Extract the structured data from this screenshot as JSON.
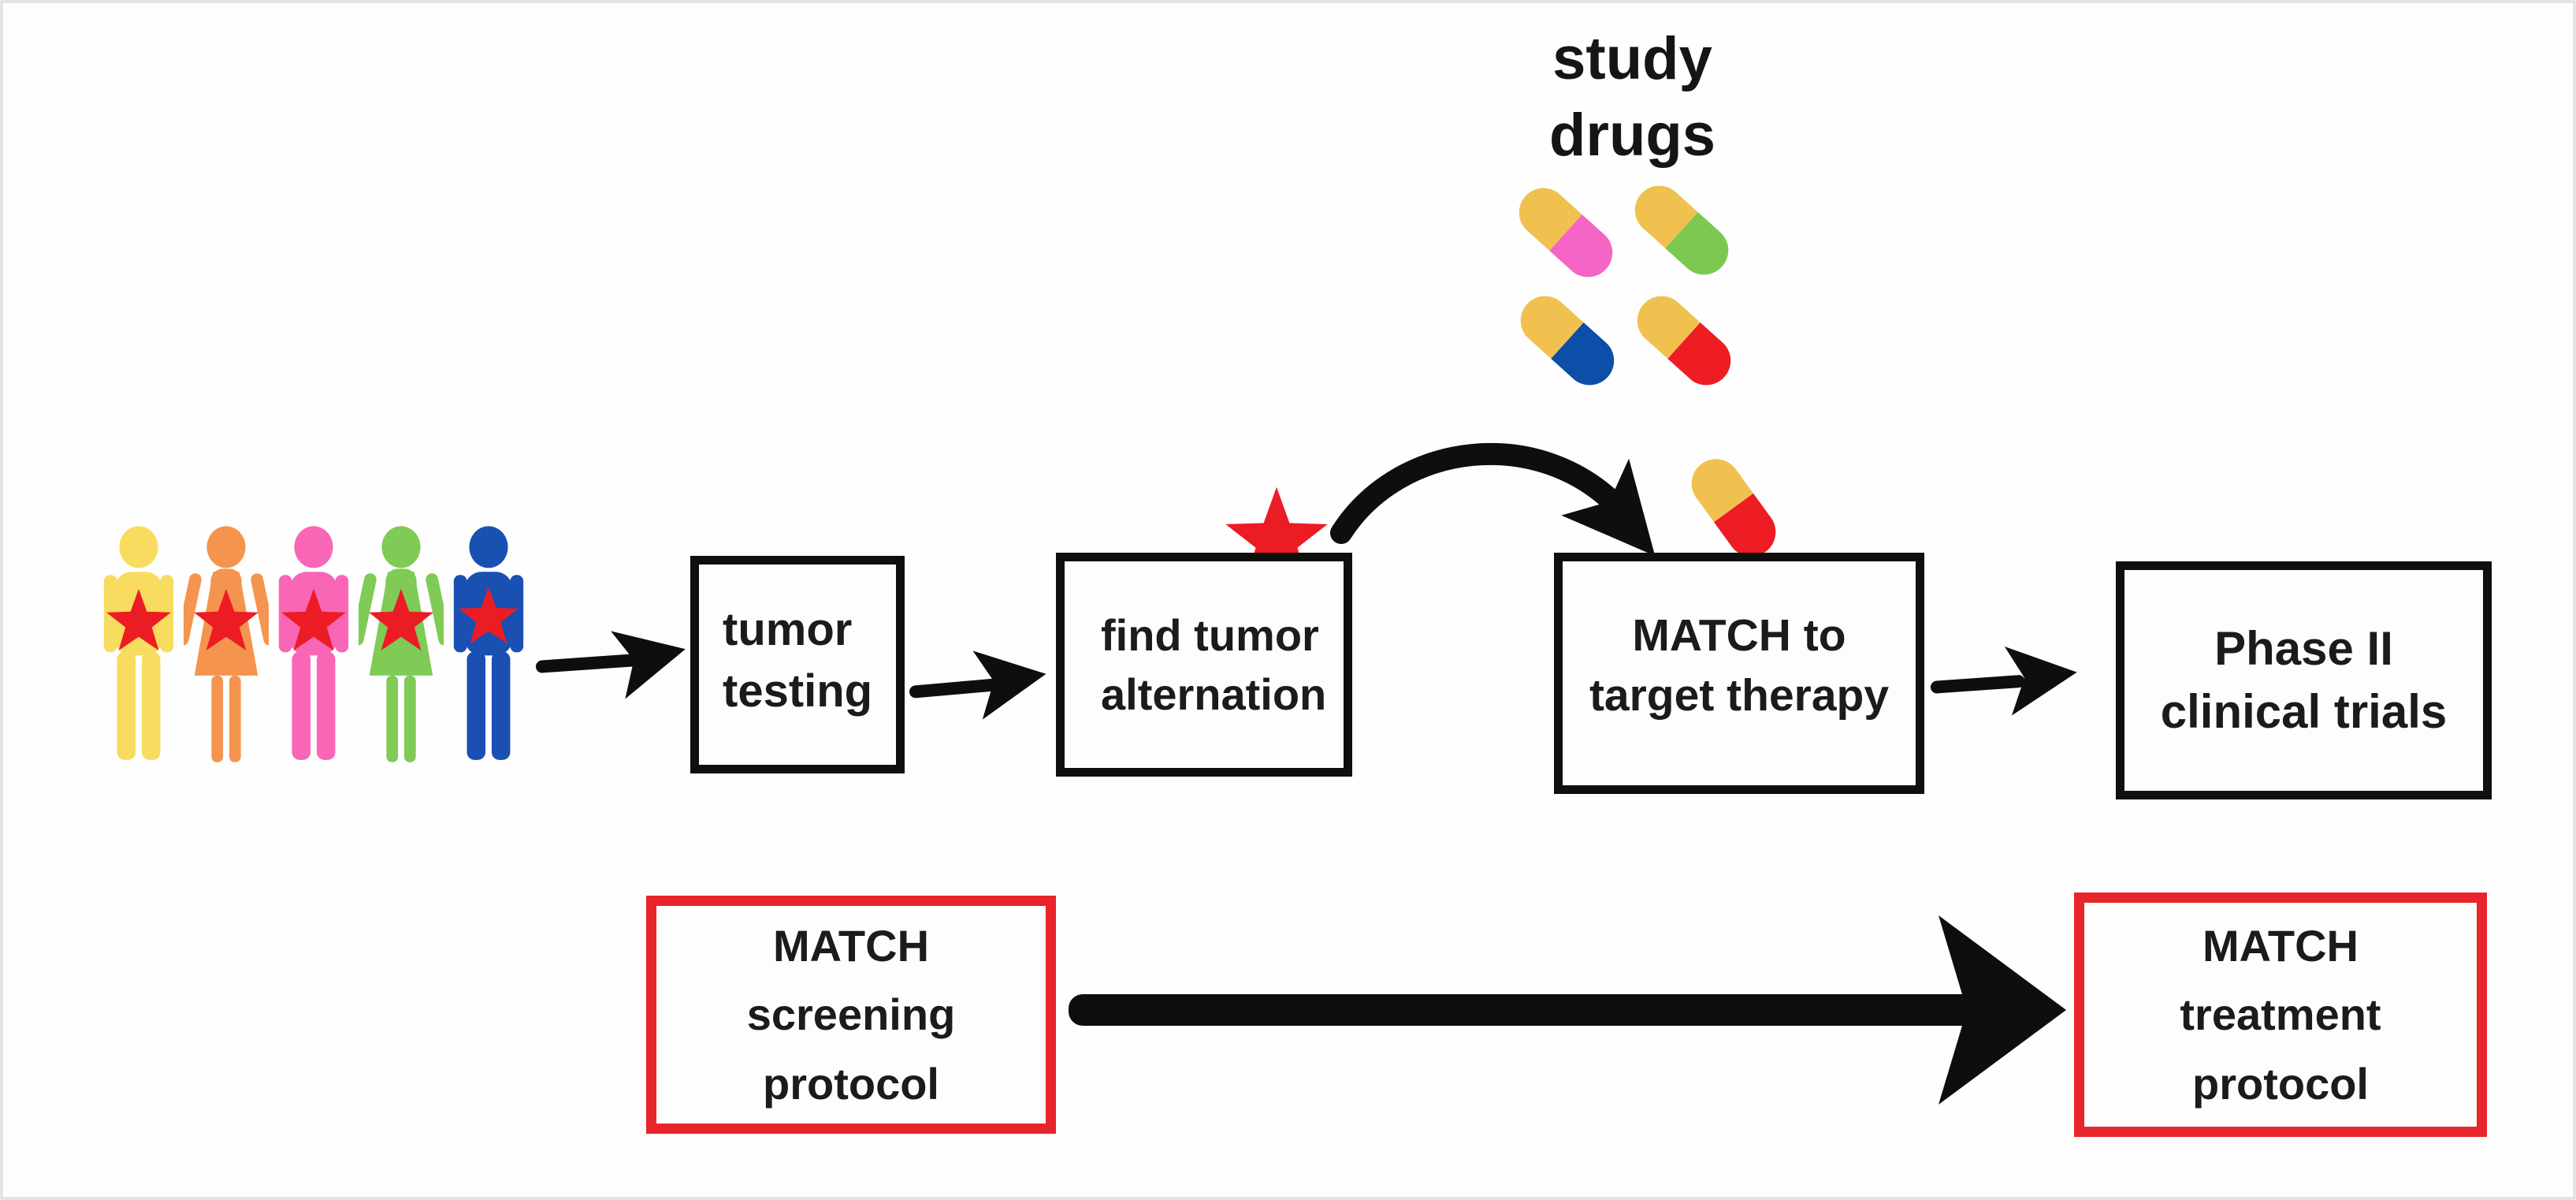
{
  "canvas": {
    "background": "#fefefe",
    "frame_border": "#e2e5e8"
  },
  "patients": {
    "caption": "five patients, each marked with a tumor alteration star",
    "star_color": "#ec1c24",
    "items": [
      {
        "id": "patient-1",
        "gender": "male",
        "color": "#f8dc5f"
      },
      {
        "id": "patient-2",
        "gender": "female",
        "color": "#f5944e"
      },
      {
        "id": "patient-3",
        "gender": "male",
        "color": "#f966b5"
      },
      {
        "id": "patient-4",
        "gender": "female",
        "color": "#7fcb55"
      },
      {
        "id": "patient-5",
        "gender": "male",
        "color": "#1a50b2"
      }
    ]
  },
  "study_drugs": {
    "label": "study\ndrugs",
    "pills": [
      {
        "id": "pill-pink",
        "cap_color": "#f1c14f",
        "body_color": "#f565c5"
      },
      {
        "id": "pill-green",
        "cap_color": "#f1c14f",
        "body_color": "#7cc952"
      },
      {
        "id": "pill-blue",
        "cap_color": "#f1c14f",
        "body_color": "#0d4ea9"
      },
      {
        "id": "pill-red",
        "cap_color": "#f1c14f",
        "body_color": "#ee1c23"
      }
    ],
    "matched_pill": {
      "id": "pill-matched",
      "cap_color": "#f1c14f",
      "body_color": "#ee1c23"
    }
  },
  "marker_star": {
    "color": "#ec1c24"
  },
  "boxes": {
    "tumor_testing": {
      "label": "tumor\ntesting"
    },
    "find_alteration": {
      "label": "find tumor\nalternation"
    },
    "match_therapy": {
      "label": "MATCH to\ntarget therapy"
    },
    "phase2": {
      "label": "Phase II\nclinical trials"
    },
    "screening": {
      "label": "MATCH\nscreening\nprotocol"
    },
    "treatment": {
      "label": "MATCH\ntreatment\nprotocol"
    }
  },
  "colors": {
    "arrow": "#0e0e0e",
    "box_border": "#0f0f0f",
    "protocol_border": "#e8252b",
    "text": "#1b1b1b"
  }
}
